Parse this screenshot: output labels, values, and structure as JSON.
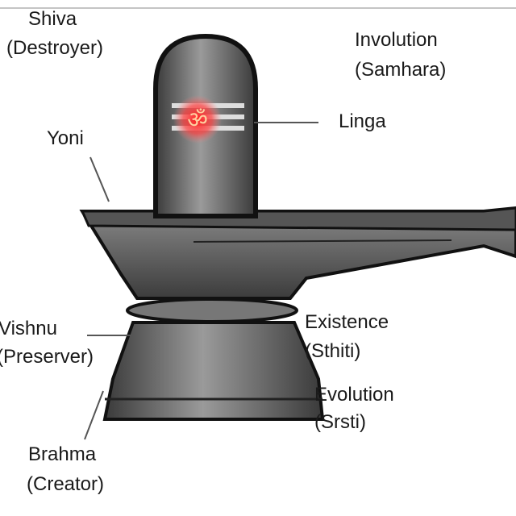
{
  "labels": {
    "shiva": "Shiva",
    "destroyer": "(Destroyer)",
    "involution": "Involution",
    "samhara": "(Samhara)",
    "linga": "Linga",
    "yoni": "Yoni",
    "vishnu": "Vishnu",
    "preserver": "(Preserver)",
    "existence": "Existence",
    "sthiti": "(Sthiti)",
    "evolution": "Evolution",
    "srsti": "(Srsti)",
    "brahma": "Brahma",
    "creator": "(Creator)"
  },
  "symbol": {
    "name": "om-symbol",
    "glyph": "ॐ",
    "color": "#e02020"
  },
  "colors": {
    "stone": "#6e6e6e",
    "outline": "#111111",
    "glow": "#ff3030"
  }
}
